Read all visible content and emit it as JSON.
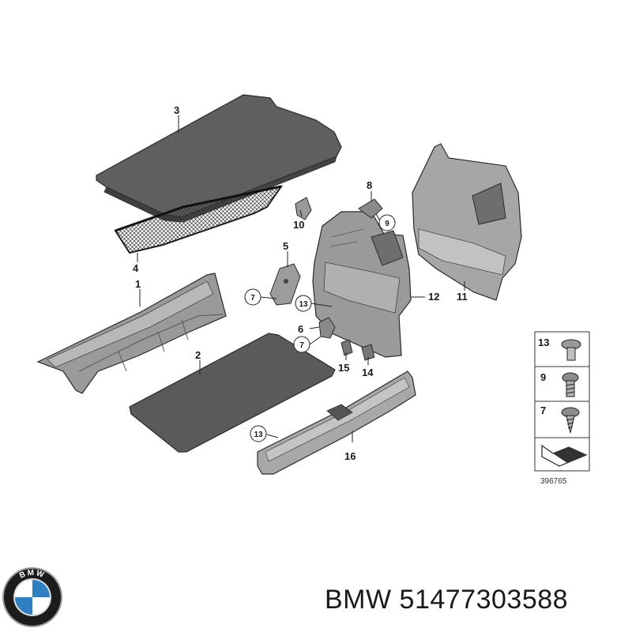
{
  "callouts": {
    "c1": "1",
    "c2": "2",
    "c3": "3",
    "c4": "4",
    "c5": "5",
    "c6": "6",
    "c7a": "7",
    "c7b": "7",
    "c8": "8",
    "c9": "9",
    "c10": "10",
    "c11": "11",
    "c12": "12",
    "c13a": "13",
    "c13b": "13",
    "c14": "14",
    "c15": "15",
    "c16": "16"
  },
  "legend": {
    "items": [
      "13",
      "9",
      "7"
    ],
    "figure_id": "396765"
  },
  "logo": {
    "lettering": "BMW",
    "colors": {
      "ring": "#1c1c1c",
      "blue": "#2f7fc1",
      "white": "#ffffff",
      "chrome": "#9a9a9a"
    }
  },
  "caption": {
    "brand": "BMW",
    "part_number": "51477303588"
  },
  "colors": {
    "panel_dark": "#5e5e5e",
    "panel_mid": "#8c8c8c",
    "panel_light": "#b5b5b5",
    "outline": "#2a2a2a"
  }
}
